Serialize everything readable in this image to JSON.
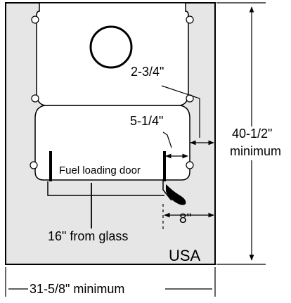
{
  "labels": {
    "dim_2_3_4": "2-3/4\"",
    "dim_5_1_4": "5-1/4\"",
    "dim_40_1_2_line1": "40-1/2\"",
    "dim_40_1_2_line2": "minimum",
    "fuel_door": "Fuel loading door",
    "dim_8": "8\"",
    "from_glass": "16\" from glass",
    "region": "USA",
    "dim_31_5_8": "31-5/8\" minimum"
  },
  "colors": {
    "hearth_fill": "#e6e6e6",
    "stove_fill": "#ffffff",
    "line": "#000000"
  }
}
